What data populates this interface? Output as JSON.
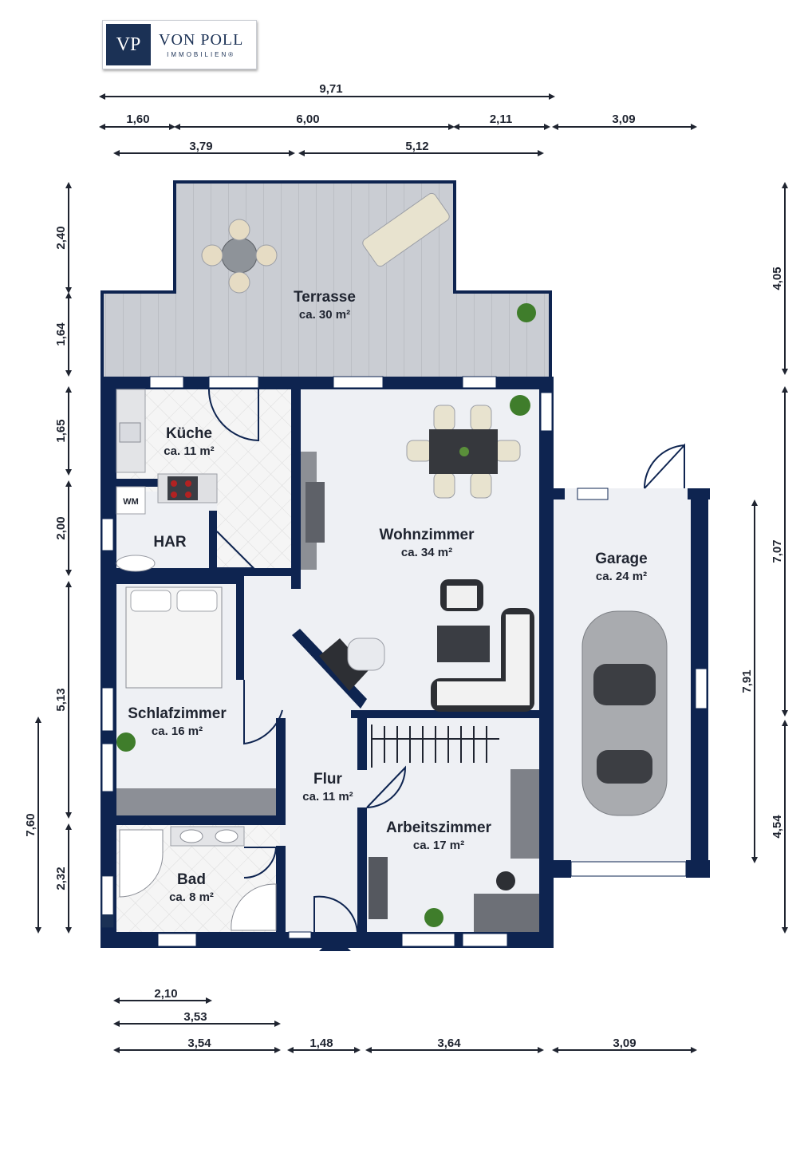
{
  "logo": {
    "mark": "VP",
    "name": "VON POLL",
    "sub": "IMMOBILIEN®"
  },
  "rooms": {
    "terrasse": {
      "name": "Terrasse",
      "area": "ca. 30 m²"
    },
    "kueche": {
      "name": "Küche",
      "area": "ca. 11 m²"
    },
    "wm": {
      "name": "WM"
    },
    "har": {
      "name": "HAR"
    },
    "wohnzimmer": {
      "name": "Wohnzimmer",
      "area": "ca. 34 m²"
    },
    "garage": {
      "name": "Garage",
      "area": "ca. 24 m²"
    },
    "schlafzimmer": {
      "name": "Schlafzimmer",
      "area": "ca. 16 m²"
    },
    "flur": {
      "name": "Flur",
      "area": "ca. 11 m²"
    },
    "arbeitszimmer": {
      "name": "Arbeitszimmer",
      "area": "ca. 17 m²"
    },
    "bad": {
      "name": "Bad",
      "area": "ca. 8 m²"
    }
  },
  "dimensions": {
    "top_total": "9,71",
    "top_row1": [
      "1,60",
      "6,00",
      "2,11",
      "3,09"
    ],
    "top_row2": [
      "3,79",
      "5,12"
    ],
    "left_outer": "7,60",
    "left_inner": [
      "2,40",
      "1,64",
      "1,65",
      "2,00",
      "5,13",
      "2,32"
    ],
    "right_outer": [
      "4,05",
      "7,07",
      "4,54"
    ],
    "right_inner": "7,91",
    "bottom_row1": "2,10",
    "bottom_row2": "3,53",
    "bottom_row3": [
      "3,54",
      "1,48",
      "3,64",
      "3,09"
    ]
  },
  "colors": {
    "wall": "#0e2450",
    "floor": "#eef0f4",
    "deck": "#c9ccd2",
    "tile": "#f4f4f4"
  }
}
